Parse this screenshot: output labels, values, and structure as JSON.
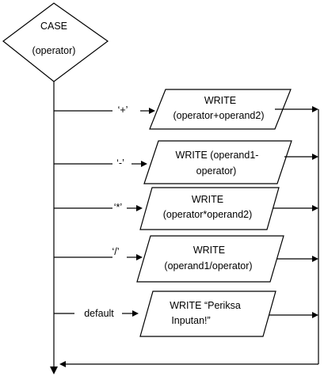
{
  "decision": {
    "line1": "CASE",
    "line2": "(operator)"
  },
  "cases": [
    {
      "label": "‘+’",
      "output": [
        "WRITE",
        "(operator+operand2)"
      ]
    },
    {
      "label": "‘-’",
      "output": [
        "WRITE (operand1-",
        "operator)"
      ]
    },
    {
      "label": "‘*’",
      "output": [
        "WRITE",
        "(operator*operand2)"
      ]
    },
    {
      "label": "‘/’",
      "output": [
        "WRITE",
        "(operand1/operator)"
      ]
    },
    {
      "label": "default",
      "output": [
        "WRITE “Periksa",
        "Inputan!”"
      ]
    }
  ]
}
